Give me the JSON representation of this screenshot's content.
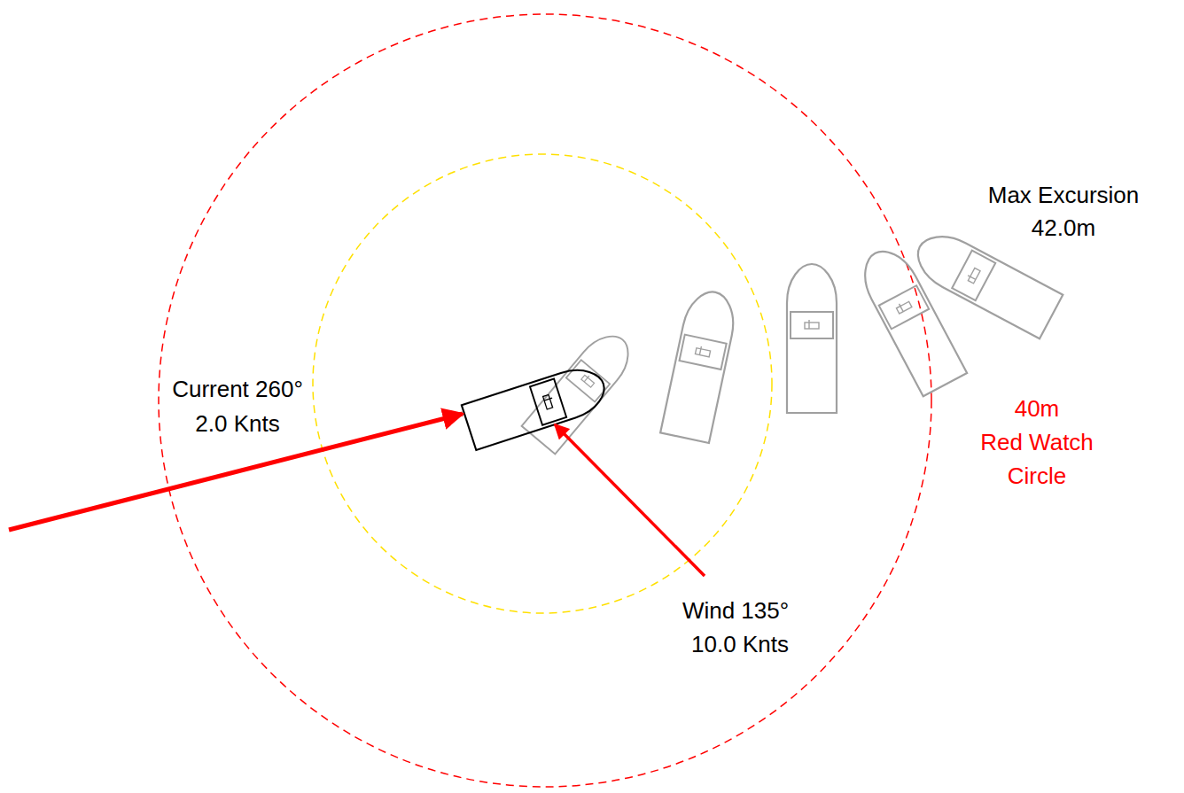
{
  "diagram": {
    "labels": [
      "Max Excursion",
      "42.0m",
      "Current 260°",
      "2.0 Knts",
      "Wind 135°",
      "10.0 Knts",
      "40m",
      "Red Watch",
      "Circle"
    ]
  }
}
